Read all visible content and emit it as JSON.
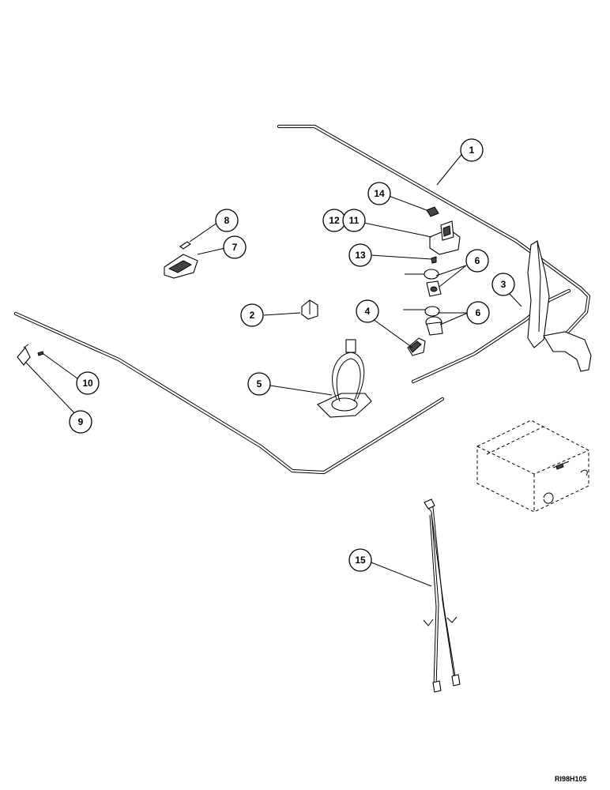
{
  "figure_id": "RI98H105",
  "callouts": {
    "c1": "1",
    "c2": "2",
    "c3": "3",
    "c4": "4",
    "c5": "5",
    "c6a": "6",
    "c6b": "6",
    "c7": "7",
    "c8": "8",
    "c9": "9",
    "c10": "10",
    "c11": "11",
    "c12": "12",
    "c13": "13",
    "c14": "14",
    "c15": "15"
  }
}
